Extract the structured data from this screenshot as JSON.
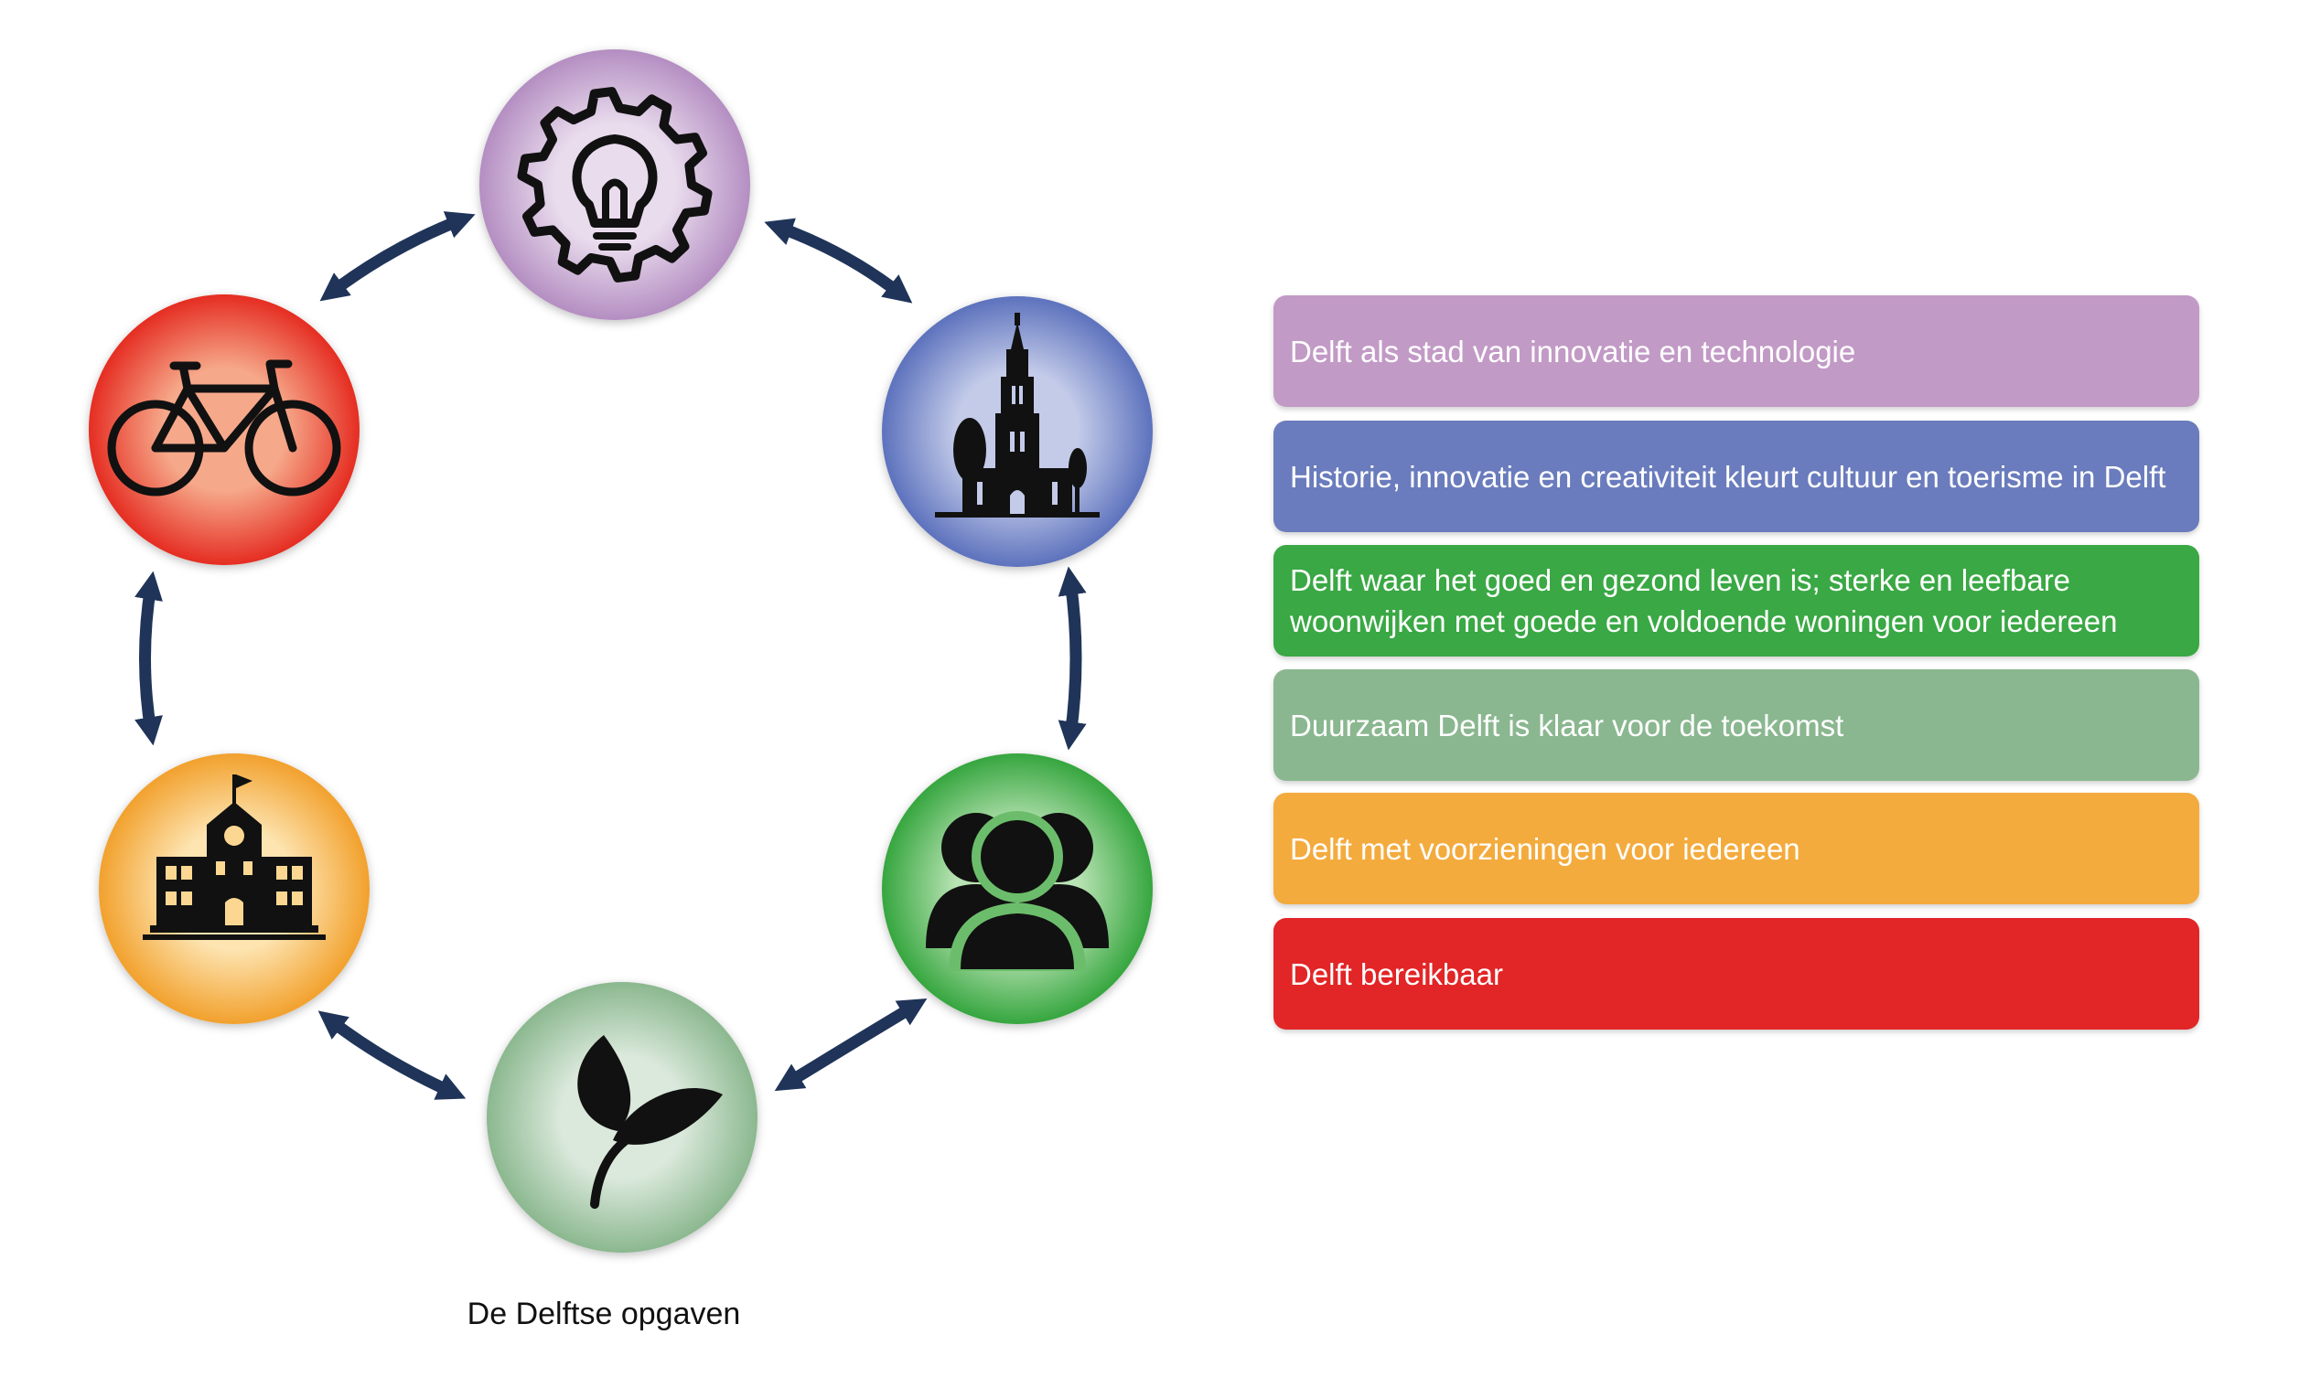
{
  "caption": "De Delftse opgaven",
  "colors": {
    "arrow": "#1f3458",
    "icon": "#111111"
  },
  "nodes": [
    {
      "id": "innovation",
      "icon": "gear-lightbulb-icon",
      "color_inner": "#e9dced",
      "color_outer": "#b48ec2"
    },
    {
      "id": "culture",
      "icon": "church-tower-icon",
      "color_inner": "#c3cbe9",
      "color_outer": "#5d72bd"
    },
    {
      "id": "living",
      "icon": "people-group-icon",
      "color_inner": "#b9e3b4",
      "color_outer": "#36a63f"
    },
    {
      "id": "sustainable",
      "icon": "leaves-icon",
      "color_inner": "#dbe9dc",
      "color_outer": "#8bb88f"
    },
    {
      "id": "facilities",
      "icon": "school-building-icon",
      "color_inner": "#fde4b1",
      "color_outer": "#f2a12d"
    },
    {
      "id": "accessible",
      "icon": "bicycle-icon",
      "color_inner": "#f6a98a",
      "color_outer": "#e52d22"
    }
  ],
  "legend": [
    {
      "text": "Delft als stad van innovatie en technologie",
      "color": "#c29ac6"
    },
    {
      "text": "Historie, innovatie en creativiteit kleurt cultuur en toerisme in Delft",
      "color": "#6a7cbd"
    },
    {
      "text": "Delft waar het goed en gezond leven is; sterke en leefbare woonwijken met goede en voldoende woningen voor iedereen",
      "color": "#3aa844"
    },
    {
      "text": "Duurzaam Delft is klaar voor de toekomst",
      "color": "#8ab78f"
    },
    {
      "text": "Delft met voorzieningen voor iedereen",
      "color": "#f4ab3d"
    },
    {
      "text": "Delft bereikbaar",
      "color": "#e22526"
    }
  ]
}
